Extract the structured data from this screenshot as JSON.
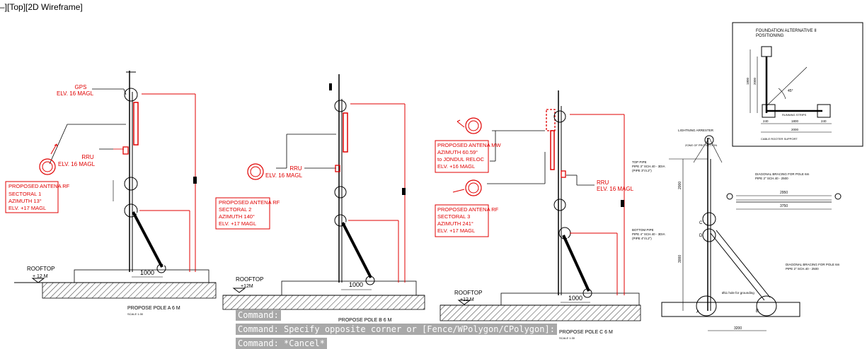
{
  "viewport": {
    "label": "–][Top][2D Wireframe]"
  },
  "colors": {
    "red": "#e00000",
    "black": "#000000",
    "background": "#ffffff",
    "command_bg": "#a8a8a8"
  },
  "drawing": {
    "pole_a": {
      "gps": "GPS",
      "gps_elv": "ELV. 16 MAGL",
      "rru": "RRU",
      "rru_elv": "ELV. 16 MAGL",
      "antenna_lines": [
        "PROPOSED ANTENA RF",
        "SECTORAL 1",
        "AZIMUTH 13°",
        "ELV. +17 MAGL"
      ],
      "rooftop": "ROOFTOP",
      "rooftop_elv": "+ 12 M",
      "dim": "1000",
      "title": "PROPOSE POLE A   6 M",
      "scale": "SCALE 1:30"
    },
    "pole_b": {
      "rru": "RRU",
      "rru_elv": "ELV. 16 MAGL",
      "antenna_lines": [
        "PROPOSED ANTENA RF",
        "SECTORAL 2",
        "AZIMUTH 140°",
        "ELV. +17 MAGL"
      ],
      "rooftop": "ROOFTOP",
      "rooftop_elv": "+12M",
      "dim": "1000",
      "title": "PROPOSE POLE B   6 M",
      "scale": "SCALE 1:30"
    },
    "pole_c": {
      "mw_lines": [
        "PROPOSED ANTENA MW",
        "AZIMUTH 60.59°",
        "to JONDUL RELOC",
        "ELV. +16 MAGL"
      ],
      "rf_lines": [
        "PROPOSED ANTENA RF",
        "SECTORAL 3",
        "AZIMUTH 241°",
        "ELV. +17 MAGL"
      ],
      "rru": "RRU",
      "rru_elv": "ELV. 16 MAGL",
      "rooftop": "ROOFTOP",
      "rooftop_elv": "+12 M",
      "dim": "1000",
      "title": "PROPOSE POLE C   6 M",
      "scale": "SCALE 1:30"
    },
    "detail": {
      "lightning": "LIGHTNING ARRESTER",
      "cone": "ZONE OF PROTECTION",
      "top_pipe": [
        "TOP PIPE",
        "PIPE 3\" SCH.40 - 3DIA",
        "(PIPE 3\"/4.2\")"
      ],
      "bottom_pipe": [
        "BOTTOM PIPE",
        "PIPE 4\" SCH.40 - 3DIA",
        "(PIPE 4\"/4.2\")"
      ],
      "diagonal": [
        "DIAGONAL BRACING FOR POLE 6m",
        "PIPE 2\" SCH.40 - 2500"
      ],
      "bracing": [
        "DIAGONAL BRACING FOR POLE 6m",
        "PIPE 2\" SCH.40 - 2500"
      ],
      "grounding": "Ø11 hole for grounding",
      "dim_top": "2950",
      "dim_mid": "3750",
      "dim_bottom": "3200",
      "dim_left1": "2000",
      "dim_left2": "3000",
      "mark_a": "A",
      "mark_b": "B",
      "mark_c": "C",
      "mark_d": "D"
    },
    "foundation": {
      "title_lines": [
        "FOUNDATION ALTERNATIVE II",
        "POSITIONING"
      ],
      "dims": [
        "240",
        "1800",
        "240",
        "2000"
      ],
      "dim_v1": "1800",
      "dim_v2": "2000",
      "angle": "45°",
      "label1": "RUNNING STRIPS",
      "label2": "CABLE ROOTER SUPPORT"
    }
  },
  "command_line": {
    "lines": [
      "Command:",
      "Command: Specify opposite corner or [Fence/WPolygon/CPolygon]:",
      "Command: *Cancel*"
    ]
  }
}
